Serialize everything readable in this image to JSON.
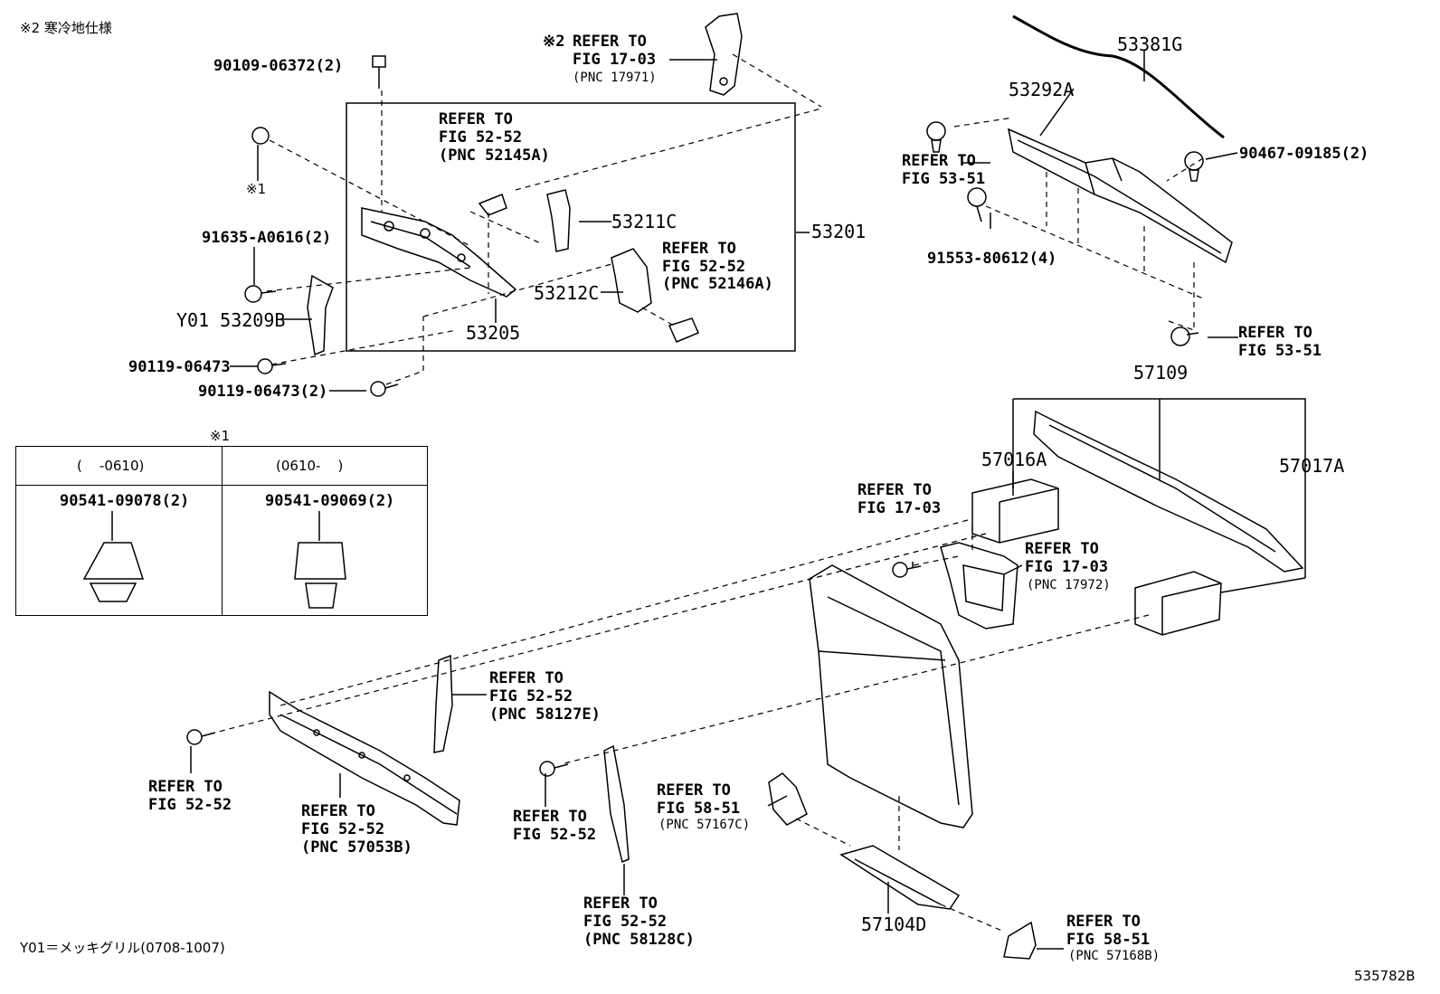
{
  "header": {
    "note_cold": "※2 寒冷地仕様"
  },
  "footer": {
    "note_y01": "Y01＝メッキグリル(0708-1007)",
    "figure_id": "535782B"
  },
  "inset": {
    "marker": "※1",
    "col_left_range": "(    -0610)",
    "col_right_range": "(0610-    )",
    "col_left_part": "90541-09078(2)",
    "col_right_part": "90541-09069(2)"
  },
  "parts": {
    "p90109": "90109-06372(2)",
    "p91635": "91635-A0616(2)",
    "p53209b": "Y01 53209B",
    "p90119a": "90119-06473",
    "p90119b": "90119-06473(2)",
    "mark1": "※1",
    "p53211c": "53211C",
    "p53212c": "53212C",
    "p53205": "53205",
    "p53201": "53201",
    "p53381g": "53381G",
    "p53292a": "53292A",
    "p90467": "90467-09185(2)",
    "p91553": "91553-80612(4)",
    "p57109": "57109",
    "p57016a": "57016A",
    "p57017a": "57017A",
    "p57104d": "57104D"
  },
  "refs": {
    "r_17971": {
      "mark": "※2",
      "line1": "REFER TO",
      "line2": "FIG 17-03",
      "line3": "(PNC 17971)"
    },
    "r_52145a": {
      "line1": "REFER TO",
      "line2": "FIG 52-52",
      "line3": "(PNC 52145A)"
    },
    "r_52146a": {
      "line1": "REFER TO",
      "line2": "FIG 52-52",
      "line3": "(PNC 52146A)"
    },
    "r_5351a": {
      "line1": "REFER TO",
      "line2": "FIG 53-51"
    },
    "r_5351b": {
      "line1": "REFER TO",
      "line2": "FIG 53-51"
    },
    "r_1703a": {
      "line1": "REFER TO",
      "line2": "FIG 17-03"
    },
    "r_17972": {
      "line1": "REFER TO",
      "line2": "FIG 17-03",
      "line3": "(PNC 17972)"
    },
    "r_58127e": {
      "line1": "REFER TO",
      "line2": "FIG 52-52",
      "line3": "(PNC 58127E)"
    },
    "r_5252a": {
      "line1": "REFER TO",
      "line2": "FIG 52-52"
    },
    "r_57053b": {
      "line1": "REFER TO",
      "line2": "FIG 52-52",
      "line3": "(PNC 57053B)"
    },
    "r_5252b": {
      "line1": "REFER TO",
      "line2": "FIG 52-52"
    },
    "r_57167c": {
      "line1": "REFER TO",
      "line2": "FIG 58-51",
      "line3": "(PNC 57167C)"
    },
    "r_58128c": {
      "line1": "REFER TO",
      "line2": "FIG 52-52",
      "line3": "(PNC 58128C)"
    },
    "r_57168b": {
      "line1": "REFER TO",
      "line2": "FIG 58-51",
      "line3": "(PNC 57168B)"
    }
  }
}
